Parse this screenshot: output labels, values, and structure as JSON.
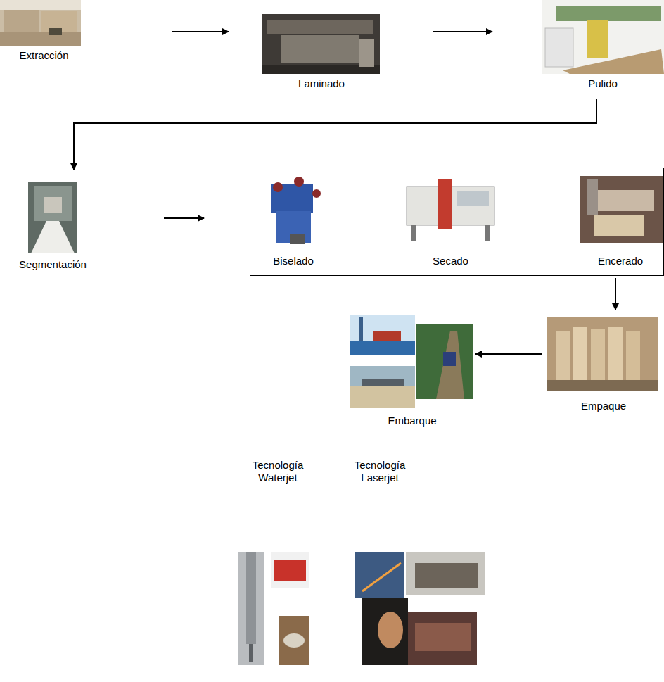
{
  "diagram": {
    "nodes": [
      {
        "text": [
          "Extracción"
        ]
      },
      {
        "text": [
          "Laminado"
        ]
      },
      {
        "text": [
          "Pulido"
        ]
      },
      {
        "text": [
          "Segmentación"
        ]
      },
      {
        "text": []
      },
      {
        "text": [
          "Biselado"
        ],
        "in": 4
      },
      {
        "text": [
          "Secado"
        ],
        "in": 4
      },
      {
        "text": [
          "Encerado"
        ],
        "in": 4
      },
      {
        "text": [
          "Empaque"
        ]
      },
      {
        "text": [
          "Embarque"
        ]
      }
    ],
    "edges": [
      {
        "from": 0,
        "to": 1,
        "arrow": "to"
      },
      {
        "from": 1,
        "to": 2,
        "arrow": "to"
      },
      {
        "from": 2,
        "to": 3,
        "arrow": "to"
      },
      {
        "from": 3,
        "to": 4,
        "arrow": "to"
      },
      {
        "from": 4,
        "to": 8,
        "arrow": "to"
      },
      {
        "from": 8,
        "to": 9,
        "arrow": "to"
      }
    ],
    "labels": [
      "Tecnología Waterjet",
      "Tecnología Laserjet"
    ]
  }
}
